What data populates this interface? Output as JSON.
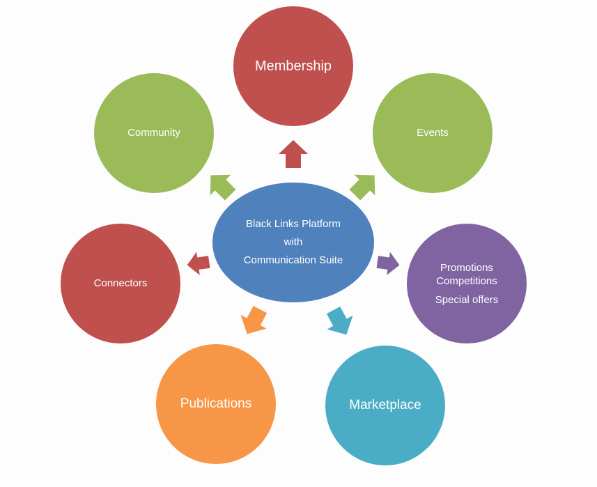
{
  "center": {
    "lines": [
      "Black Links Platform",
      "with",
      "Communication Suite"
    ],
    "color": "#4F81BD"
  },
  "nodes": {
    "membership": {
      "label": "Membership",
      "color": "#C0504D"
    },
    "community": {
      "label": "Community",
      "color": "#9BBB59"
    },
    "events": {
      "label": "Events",
      "color": "#9BBB59"
    },
    "connectors": {
      "label": "Connectors",
      "color": "#C0504D"
    },
    "promotions": {
      "lines": [
        "Promotions",
        "Competitions",
        "Special offers"
      ],
      "color": "#8064A2"
    },
    "publications": {
      "label": "Publications",
      "color": "#F79646"
    },
    "marketplace": {
      "label": "Marketplace",
      "color": "#4BACC6"
    }
  },
  "arrow_colors": {
    "membership": "#C0504D",
    "community": "#9BBB59",
    "events": "#9BBB59",
    "connectors": "#C0504D",
    "promotions": "#8064A2",
    "publications": "#F79646",
    "marketplace": "#4BACC6"
  }
}
